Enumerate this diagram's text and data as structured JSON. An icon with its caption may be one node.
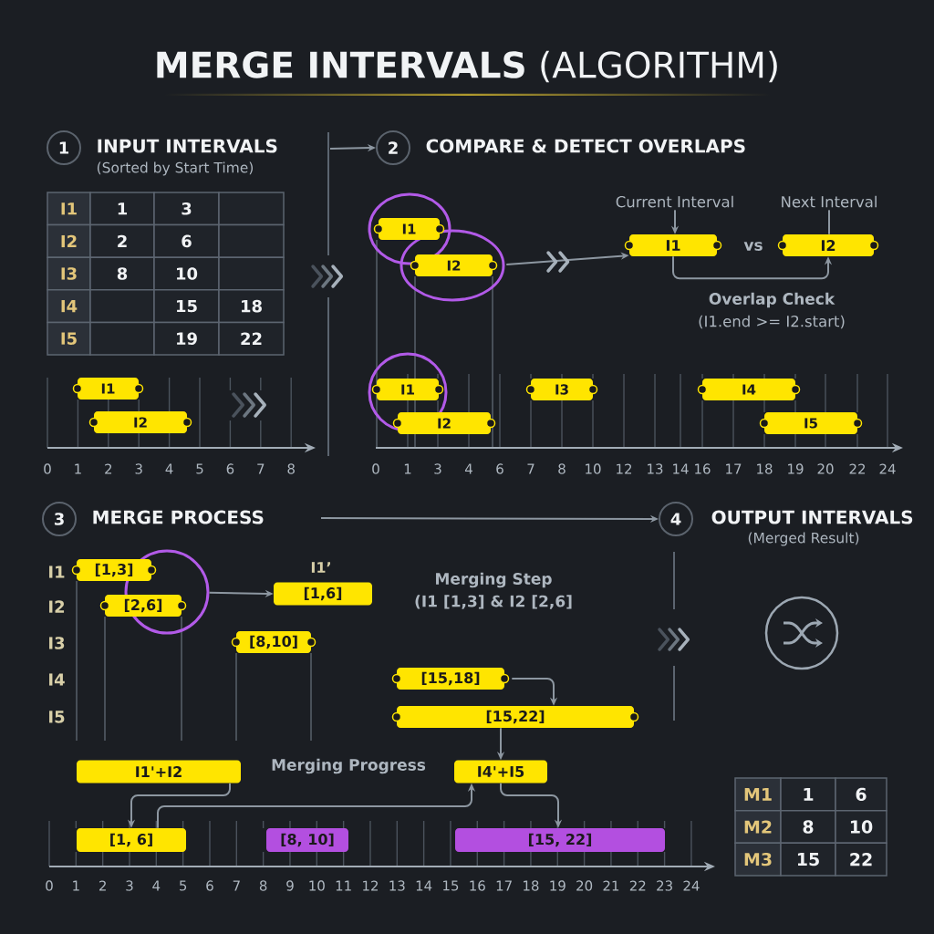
{
  "diagram": {
    "title": "**MERGE INTERVALS** (ALGORITHM)",
    "nodes": [
      {
        "text": [
          "1"
        ],
        "beside": [
          "INPUT INTERVALS",
          "(Sorted by Start Time)"
        ]
      },
      {
        "text": [
          "I1"
        ]
      },
      {
        "text": [
          "I2"
        ]
      },
      {
        "text": [
          "2"
        ],
        "beside": [
          "COMPARE & DETECT OVERLAPS"
        ]
      },
      {
        "text": [
          "I1"
        ]
      },
      {
        "text": [
          "I2"
        ]
      },
      {
        "text": [
          "Current Interval"
        ]
      },
      {
        "text": [
          "Next Interval"
        ]
      },
      {
        "text": [
          "I1"
        ]
      },
      {
        "text": [
          "I2"
        ]
      },
      {
        "text": [],
        "shape": "circle"
      },
      {
        "text": [
          "I1"
        ],
        "in": 10
      },
      {
        "text": [
          "I2"
        ]
      },
      {
        "text": [
          "I3"
        ]
      },
      {
        "text": [
          "I4"
        ]
      },
      {
        "text": [
          "I5"
        ]
      },
      {
        "text": [
          "3"
        ],
        "beside": [
          "MERGE PROCESS"
        ]
      },
      {
        "text": [
          "4"
        ],
        "beside": [
          "OUTPUT INTERVALS",
          "(Merged Result)"
        ]
      },
      {
        "text": [
          "[1,3]"
        ]
      },
      {
        "text": [
          "[2,6]"
        ]
      },
      {
        "text": [],
        "shape": "circle"
      },
      {
        "text": [
          "[1,6]"
        ],
        "beside": [
          "I1’"
        ]
      },
      {
        "text": [
          "[8,10]"
        ]
      },
      {
        "text": [
          "[15,18]"
        ]
      },
      {
        "text": [
          "[15,22]"
        ]
      },
      {
        "text": [
          "I1'+I2"
        ]
      },
      {
        "text": [
          "I4'+I5"
        ]
      },
      {
        "text": [
          "[1, 6]"
        ]
      },
      {
        "text": [
          "[8, 10]"
        ]
      },
      {
        "text": [
          "[15, 22]"
        ]
      }
    ],
    "edges": [
      {
        "from": null,
        "to": 3,
        "arrow": "to"
      },
      {
        "from": 5,
        "to": 8,
        "arrow": "to"
      },
      {
        "from": 6,
        "to": 8,
        "arrow": "to"
      },
      {
        "from": 7,
        "to": 9,
        "arrow": "none"
      },
      {
        "from": 8,
        "to": 9,
        "arrow": "to"
      },
      {
        "from": null,
        "to": 17,
        "arrow": "to"
      },
      {
        "from": 20,
        "to": 21,
        "arrow": "to"
      },
      {
        "from": 23,
        "to": 24,
        "arrow": "to"
      },
      {
        "from": 24,
        "to": 26,
        "arrow": "to"
      },
      {
        "from": 25,
        "to": 27,
        "arrow": "to"
      },
      {
        "from": 27,
        "to": 26,
        "arrow": "to"
      },
      {
        "from": 26,
        "to": 29,
        "arrow": "to"
      }
    ],
    "labels": [
      "I1",
      "1",
      "3",
      "I2",
      "2",
      "6",
      "I3",
      "8",
      "10",
      "I4",
      "15",
      "18",
      "I5",
      "19",
      "22",
      "0",
      "1",
      "2",
      "3",
      "4",
      "5",
      "6",
      "7",
      "8",
      "vs",
      "Overlap Check",
      "(I1.end >= I2.start)",
      "0",
      "1",
      "3",
      "4",
      "6",
      "7",
      "8",
      "10",
      "12",
      "13",
      "14",
      "16",
      "17",
      "18",
      "19",
      "20",
      "22",
      "24",
      "I1",
      "I2",
      "I3",
      "I4",
      "I5",
      "Merging Step",
      "(I1 [1,3] & I2 [2,6]",
      "Merging Progress",
      "0",
      "1",
      "2",
      "3",
      "4",
      "5",
      "6",
      "7",
      "8",
      "9",
      "10",
      "11",
      "12",
      "13",
      "14",
      "15",
      "16",
      "17",
      "18",
      "19",
      "20",
      "21",
      "22",
      "23",
      "24",
      "M1",
      "1",
      "6",
      "M2",
      "8",
      "10",
      "M3",
      "15",
      "22"
    ]
  }
}
